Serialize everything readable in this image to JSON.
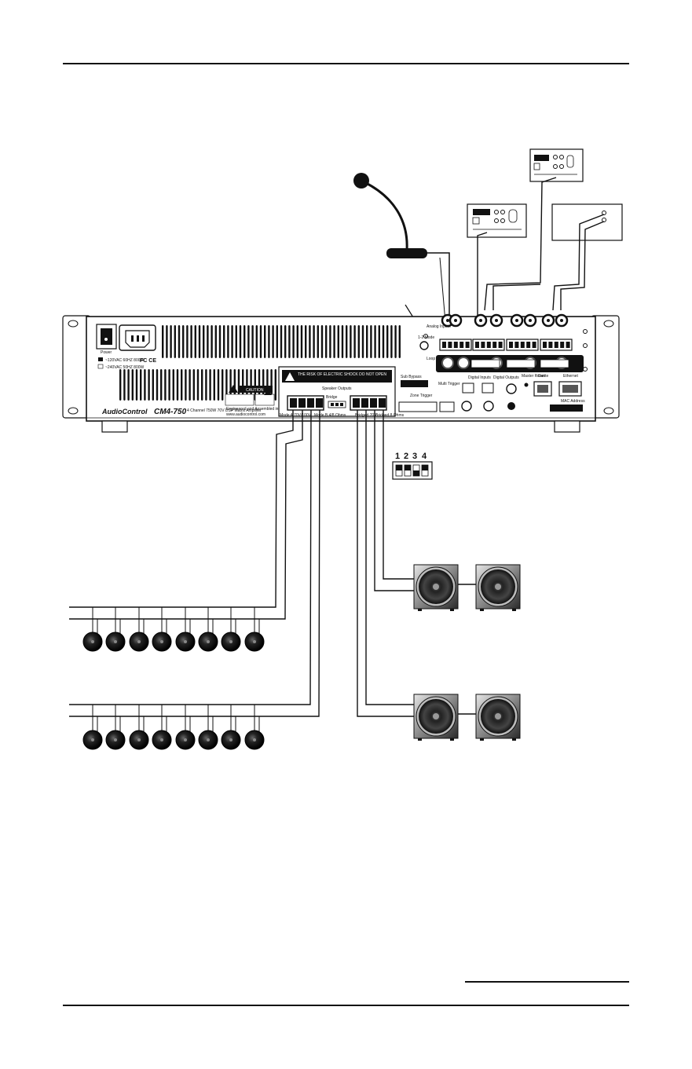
{
  "amplifier": {
    "brand": "AudioControl",
    "model": "CM4-750",
    "model_sub": "4 Channel 750W 70V DSP Matrix Amplifier",
    "website": "www.audiocontrol.com",
    "made_in": "Engineered and Assembled in USA",
    "power_label": "Power",
    "voltage_120": "~120VAC 60HZ 800W",
    "voltage_240": "~240VAC 50HZ 800W",
    "fcc_mark": "FC CE",
    "caution_label": "CAUTION",
    "warning_text": "THE RISK OF ELECTRIC SHOCK DO NOT OPEN",
    "analog_inputs_label": "Analog Inputs",
    "loop_outputs_label": "Loop Outputs",
    "dsp_bus_label": "Sub Bypass",
    "multi_trigger_label": "Multi Trigger",
    "zone_trigger_label": "Zone Trigger",
    "digital_inputs_label": "Digital Inputs",
    "digital_outputs_label": "Digital Outputs",
    "master_reset_label": "Master Reset",
    "dante_label": "Dante",
    "ethernet_label": "Ethernet",
    "mac_address_label": "MAC Address",
    "speaker_outputs_label": "Speaker Outputs",
    "bridge_label": "Bridge",
    "output_a_label": "Mode A 70V/100V",
    "output_b_label": "Mode B 4/8 Ohms",
    "output_c_label": "Bridged 70V",
    "output_d_label": "Bridged 8 Ohms",
    "mic_switch_label": "1-2 Mode"
  },
  "dip_switch": {
    "numbers": [
      "1",
      "2",
      "3",
      "4"
    ]
  }
}
